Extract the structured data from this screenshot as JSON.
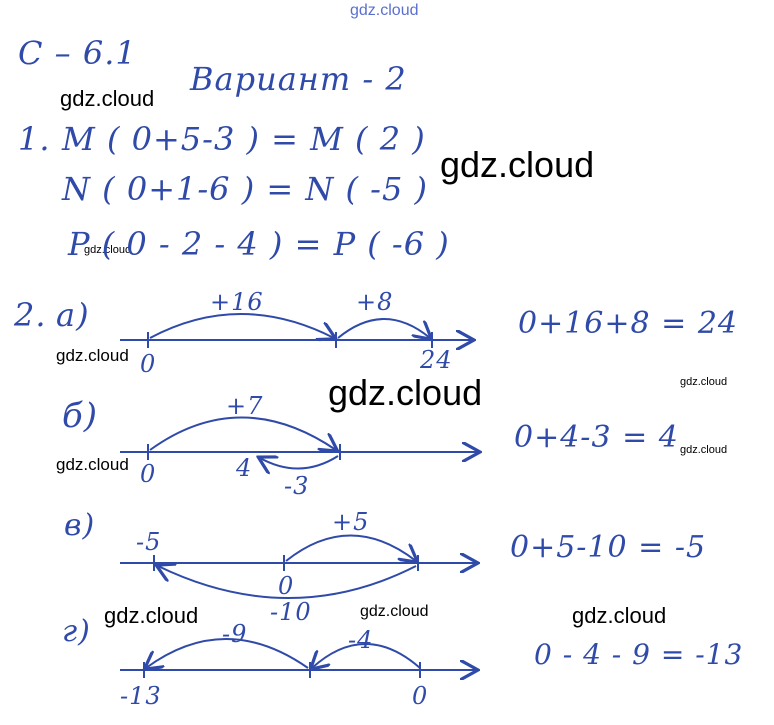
{
  "header": {
    "code": "С – 6.1",
    "variant": "Вариант - 2"
  },
  "task1": {
    "number": "1.",
    "lines": [
      "M ( 0+5-3 ) = M ( 2 )",
      "N ( 0+1-6 ) = N ( -5 )",
      "P ( 0 - 2 - 4 ) = P ( -6 )"
    ]
  },
  "task2": {
    "number": "2.",
    "parts": [
      {
        "label": "а)",
        "arc_labels": [
          "+16",
          "+8"
        ],
        "tick_labels": [
          "0",
          "24"
        ],
        "equation": "0+16+8 = 24"
      },
      {
        "label": "б)",
        "arc_labels": [
          "+7",
          "-3"
        ],
        "tick_labels": [
          "0",
          "4"
        ],
        "equation": "0+4-3 = 4"
      },
      {
        "label": "в)",
        "arc_labels": [
          "+5",
          "-10"
        ],
        "tick_labels": [
          "-5",
          "0"
        ],
        "equation": "0+5-10 = -5"
      },
      {
        "label": "г)",
        "arc_labels": [
          "-9",
          "-4"
        ],
        "tick_labels": [
          "-13",
          "0"
        ],
        "equation": "0 - 4 - 9 = -13"
      }
    ]
  },
  "watermarks": {
    "text": "gdz.cloud"
  }
}
